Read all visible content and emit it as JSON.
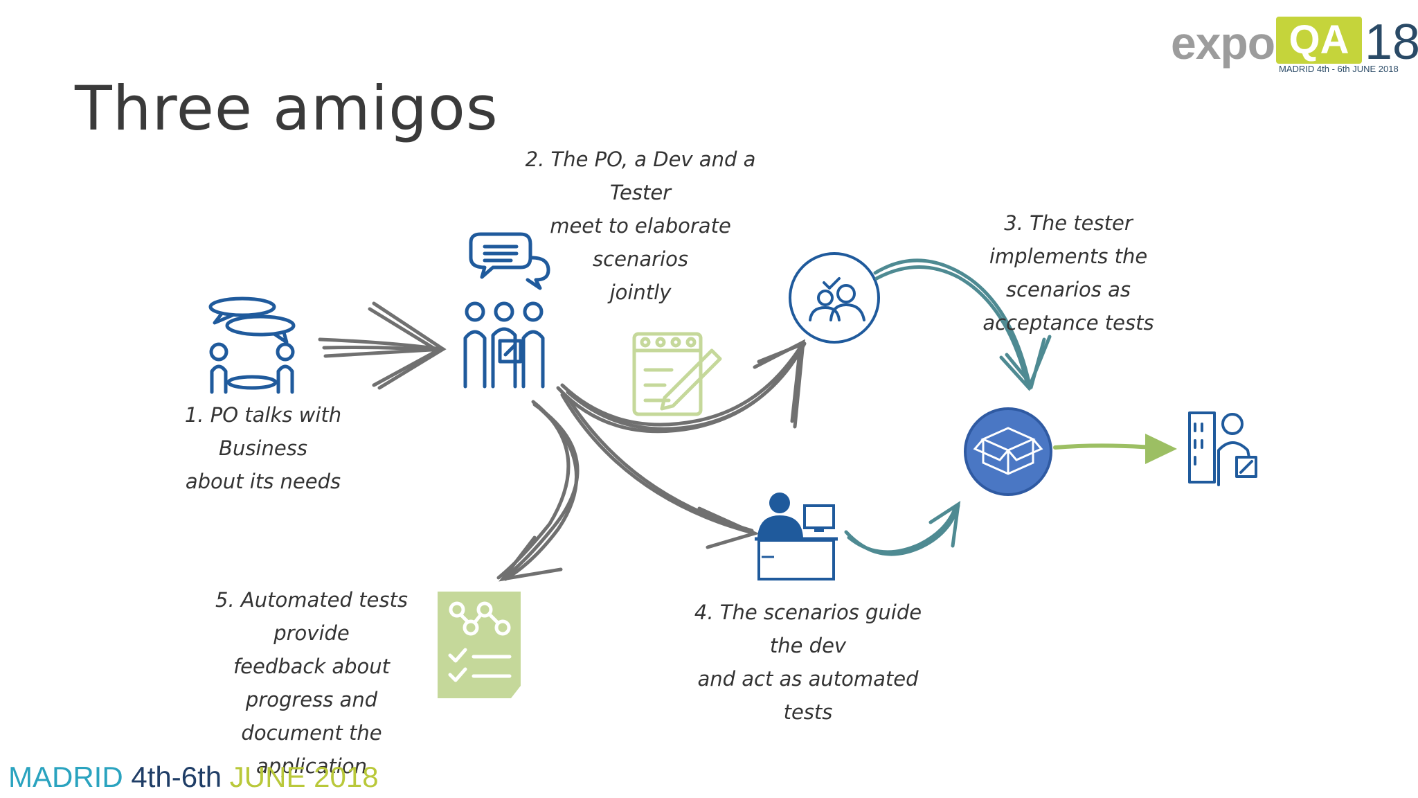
{
  "title": "Three amigos",
  "logo": {
    "word": "expo",
    "badge": "QA",
    "number": "18",
    "subtitle": "MADRID 4th - 6th JUNE 2018"
  },
  "captions": {
    "step1": [
      "1. PO talks with Business",
      "about its needs"
    ],
    "step2": [
      "2. The PO, a Dev and a Tester",
      "meet to elaborate scenarios",
      "jointly"
    ],
    "step3": [
      "3. The tester implements the",
      "scenarios as acceptance tests"
    ],
    "step4": [
      "4. The scenarios guide the dev",
      "and act as automated tests"
    ],
    "step5": [
      "5. Automated tests provide",
      "feedback about progress and",
      "document the application"
    ]
  },
  "footer": {
    "city": "MADRID",
    "dates": "4th-6th",
    "month_year": "JUNE 2018"
  },
  "colors": {
    "icon_blue": "#1f5a9c",
    "arrow_grey": "#707070",
    "arrow_teal": "#4e8a92",
    "arrow_green": "#9cbf63",
    "light_green": "#c5d89a",
    "product_blue": "#4a77c4"
  },
  "icons": {
    "business_meeting": "business-meeting-icon",
    "three_amigos": "three-people-chat-icon",
    "notepad": "notepad-pencil-icon",
    "tester_team": "team-check-icon",
    "developer": "developer-desk-icon",
    "product": "product-box-icon",
    "customer": "customer-building-icon",
    "report": "report-checklist-icon"
  }
}
